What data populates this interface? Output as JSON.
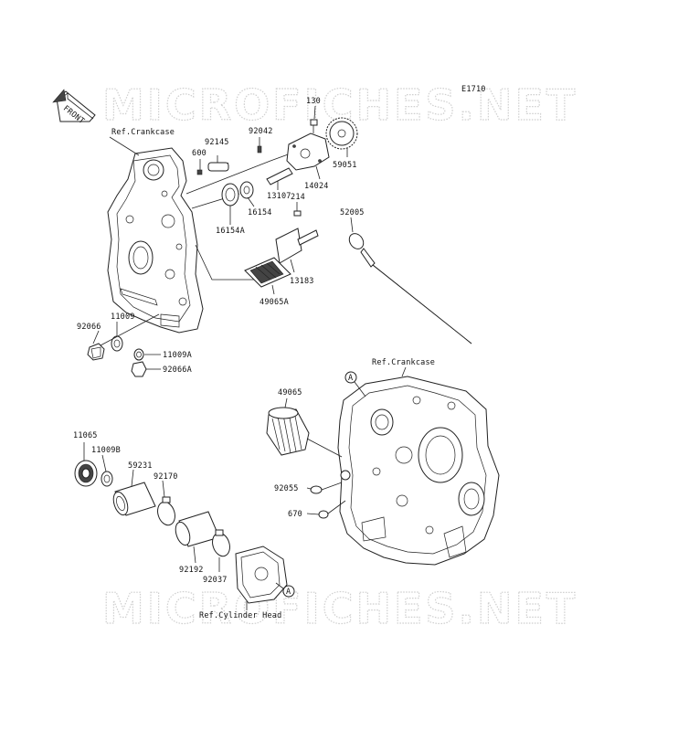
{
  "watermark": "MICROFICHES.NET",
  "figure_code": "E1710",
  "front_label": "FRONT",
  "ref_labels": {
    "crankcase_top": "Ref.Crankcase",
    "crankcase_right": "Ref.Crankcase",
    "cylinder_head": "Ref.Cylinder Head"
  },
  "callout": "A",
  "parts": {
    "p130": "130",
    "p92042": "92042",
    "p92145": "92145",
    "p600": "600",
    "p59051": "59051",
    "p14024": "14024",
    "p13107": "13107",
    "p16154": "16154",
    "p16154A": "16154A",
    "p214": "214",
    "p52005": "52005",
    "p13183": "13183",
    "p49065A": "49065A",
    "p11009": "11009",
    "p92066": "92066",
    "p11009A": "11009A",
    "p92066A": "92066A",
    "p49065": "49065",
    "p11065": "11065",
    "p11009B": "11009B",
    "p59231": "59231",
    "p92170": "92170",
    "p92055": "92055",
    "p670": "670",
    "p92192": "92192",
    "p92037": "92037"
  }
}
